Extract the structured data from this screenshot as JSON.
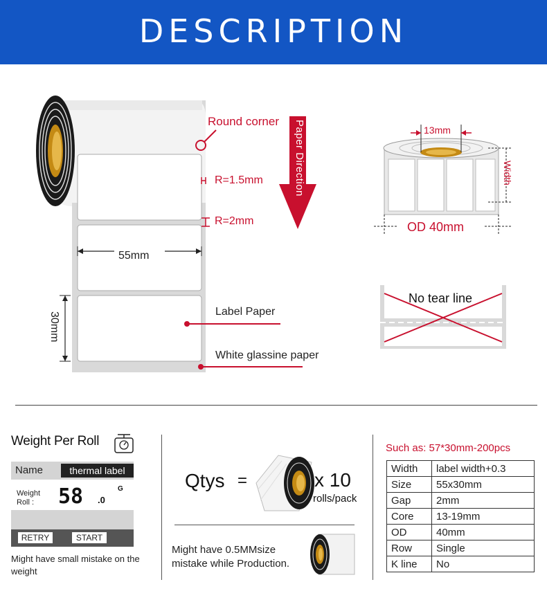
{
  "banner": {
    "title": "DESCRIPTION"
  },
  "diagram": {
    "round_corner": "Round corner",
    "r15": "R=1.5mm",
    "r2": "R=2mm",
    "paper_direction": "Paper Direction",
    "width_55": "55mm",
    "height_30": "30mm",
    "label_paper": "Label Paper",
    "glassine": "White glassine paper",
    "core_13": "13mm",
    "od": "OD 40mm",
    "width_word": "Width",
    "no_tear": "No tear line"
  },
  "weight": {
    "title": "Weight Per Roll",
    "name_label": "Name",
    "name_value": "thermal label",
    "weight_label_1": "Weight",
    "weight_label_2": "Roll :",
    "weight_value": "58",
    "weight_decimal": ".0",
    "weight_unit": "G",
    "retry": "RETRY",
    "start": "START",
    "note": "Might have small mistake on the weight"
  },
  "qty": {
    "label": "Qtys",
    "equals": "=",
    "times": "x 10",
    "unit": "rolls/pack",
    "note_1": "Might have 0.5MMsize",
    "note_2": "mistake while Production."
  },
  "spec": {
    "heading": "Such as: 57*30mm-200pcs",
    "rows": [
      {
        "k": "Width",
        "v": "label width+0.3"
      },
      {
        "k": "Size",
        "v": "55x30mm"
      },
      {
        "k": "Gap",
        "v": "2mm"
      },
      {
        "k": "Core",
        "v": "13-19mm"
      },
      {
        "k": "OD",
        "v": "40mm"
      },
      {
        "k": "Row",
        "v": "Single"
      },
      {
        "k": "K line",
        "v": "No"
      }
    ]
  },
  "colors": {
    "banner": "#1356c4",
    "accent": "#c8102e"
  }
}
